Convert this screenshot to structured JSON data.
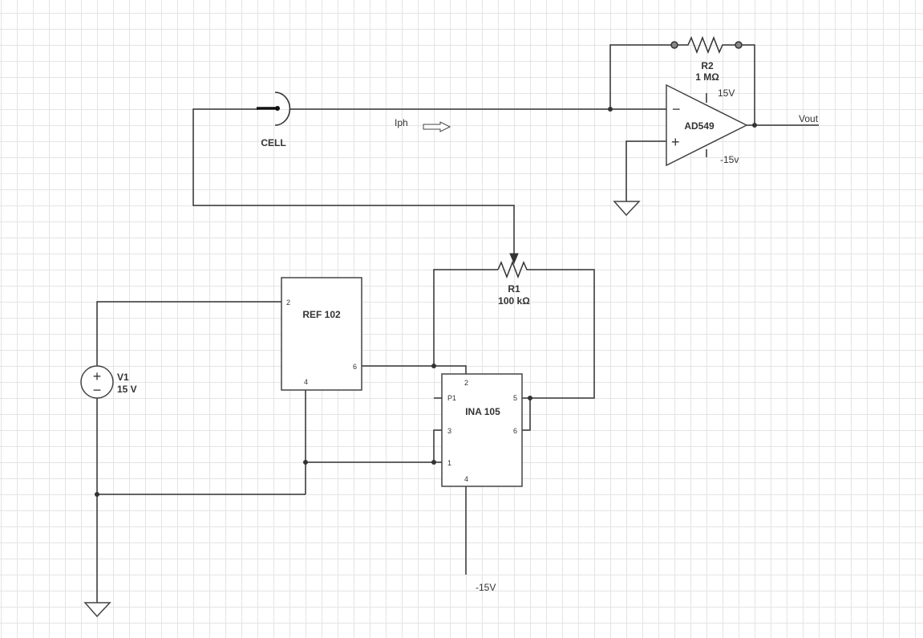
{
  "labels": {
    "cell": "CELL",
    "iph": "Iph",
    "r2_name": "R2",
    "r2_value": "1 MΩ",
    "opamp_name": "AD549",
    "opamp_pos_supply": "15V",
    "opamp_neg_supply": "-15v",
    "vout": "Vout",
    "r1_name": "R1",
    "r1_value": "100 kΩ",
    "ref_name": "REF 102",
    "ina_name": "INA 105",
    "v1_name": "V1",
    "v1_value": "15 V",
    "ina_supply": "-15V"
  },
  "pins": {
    "ref_2": "2",
    "ref_6": "6",
    "ref_4": "4",
    "ina_2": "2",
    "ina_p1": "P1",
    "ina_3": "3",
    "ina_1": "1",
    "ina_4": "4",
    "ina_5": "5",
    "ina_6": "6"
  },
  "symbols": {
    "opamp_minus": "−",
    "opamp_plus": "+",
    "source_plus": "+",
    "source_minus": "−"
  }
}
